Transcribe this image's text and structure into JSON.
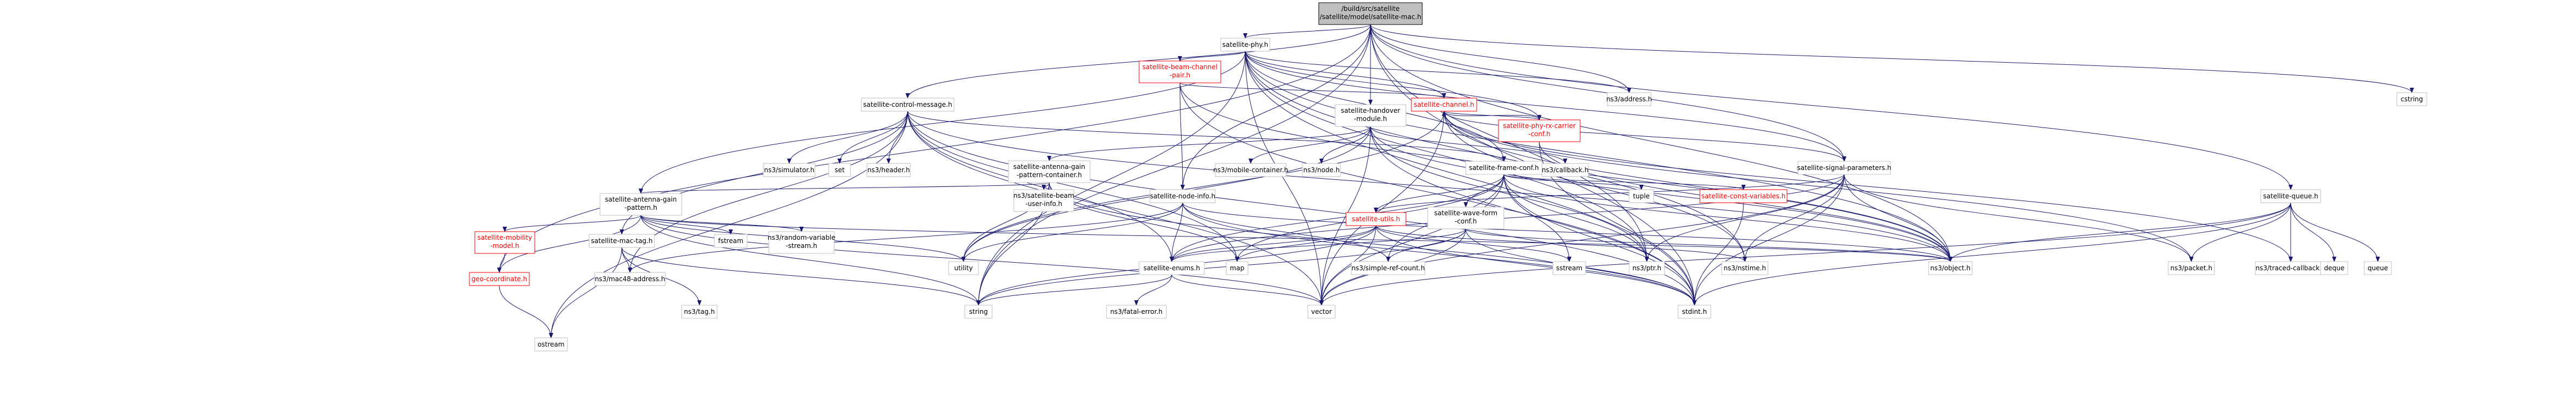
{
  "colors": {
    "edge": "#191970",
    "node_border": "#bfbfbf",
    "root_fill": "#bfbfbf",
    "highlight": "#ff0000"
  },
  "nodes": {
    "root": [
      "/build/src/satellite",
      "/satellite/model/satellite-mac.h"
    ],
    "sat_phy": [
      "satellite-phy.h"
    ],
    "beam_pair": [
      "satellite-beam-channel",
      "-pair.h"
    ],
    "ns3_address": [
      "ns3/address.h"
    ],
    "sat_channel": [
      "satellite-channel.h"
    ],
    "control_msg": [
      "satellite-control-message.h"
    ],
    "handover": [
      "satellite-handover",
      "-module.h"
    ],
    "ns3_callback": [
      "ns3/callback.h"
    ],
    "mobile_container": [
      "ns3/mobile-container.h"
    ],
    "ns3_node": [
      "ns3/node.h"
    ],
    "phy_rx_carrier": [
      "satellite-phy-rx-carrier",
      "-conf.h"
    ],
    "signal_params": [
      "satellite-signal-parameters.h"
    ],
    "ns3_simulator": [
      "ns3/simulator.h"
    ],
    "set": [
      "set"
    ],
    "ns3_header": [
      "ns3/header.h"
    ],
    "antenna_container": [
      "satellite-antenna-gain",
      "-pattern-container.h"
    ],
    "frame_conf": [
      "satellite-frame-conf.h"
    ],
    "node_info": [
      "satellite-node-info.h"
    ],
    "sat_queue": [
      "satellite-queue.h"
    ],
    "cstring": [
      "cstring"
    ],
    "beam_user_info": [
      "ns3/satellite-beam",
      "-user-info.h"
    ],
    "antenna_pattern": [
      "satellite-antenna-gain",
      "-pattern.h"
    ],
    "tuple": [
      "tuple"
    ],
    "const_variables": [
      "satellite-const-variables.h"
    ],
    "sat_utils": [
      "satellite-utils.h"
    ],
    "wave_form": [
      "satellite-wave-form",
      "-conf.h"
    ],
    "mobility_model": [
      "satellite-mobility",
      "-model.h"
    ],
    "mac_tag": [
      "satellite-mac-tag.h"
    ],
    "fstream": [
      "fstream"
    ],
    "random_variable": [
      "ns3/random-variable",
      "-stream.h"
    ],
    "ns3_nstime": [
      "ns3/nstime.h"
    ],
    "map": [
      "map"
    ],
    "sat_enums": [
      "satellite-enums.h"
    ],
    "simple_ref_count": [
      "ns3/simple-ref-count.h"
    ],
    "sstream": [
      "sstream"
    ],
    "ns3_ptr": [
      "ns3/ptr.h"
    ],
    "ns3_object": [
      "ns3/object.h"
    ],
    "ns3_packet": [
      "ns3/packet.h"
    ],
    "traced_callback": [
      "ns3/traced-callback.h"
    ],
    "deque": [
      "deque"
    ],
    "queue": [
      "queue"
    ],
    "utility": [
      "utility"
    ],
    "geo_coordinate": [
      "geo-coordinate.h"
    ],
    "mac48": [
      "ns3/mac48-address.h"
    ],
    "ns3_tag": [
      "ns3/tag.h"
    ],
    "string": [
      "string"
    ],
    "fatal_error": [
      "ns3/fatal-error.h"
    ],
    "vector": [
      "vector"
    ],
    "stdint": [
      "stdint.h"
    ],
    "ostream": [
      "ostream"
    ]
  }
}
